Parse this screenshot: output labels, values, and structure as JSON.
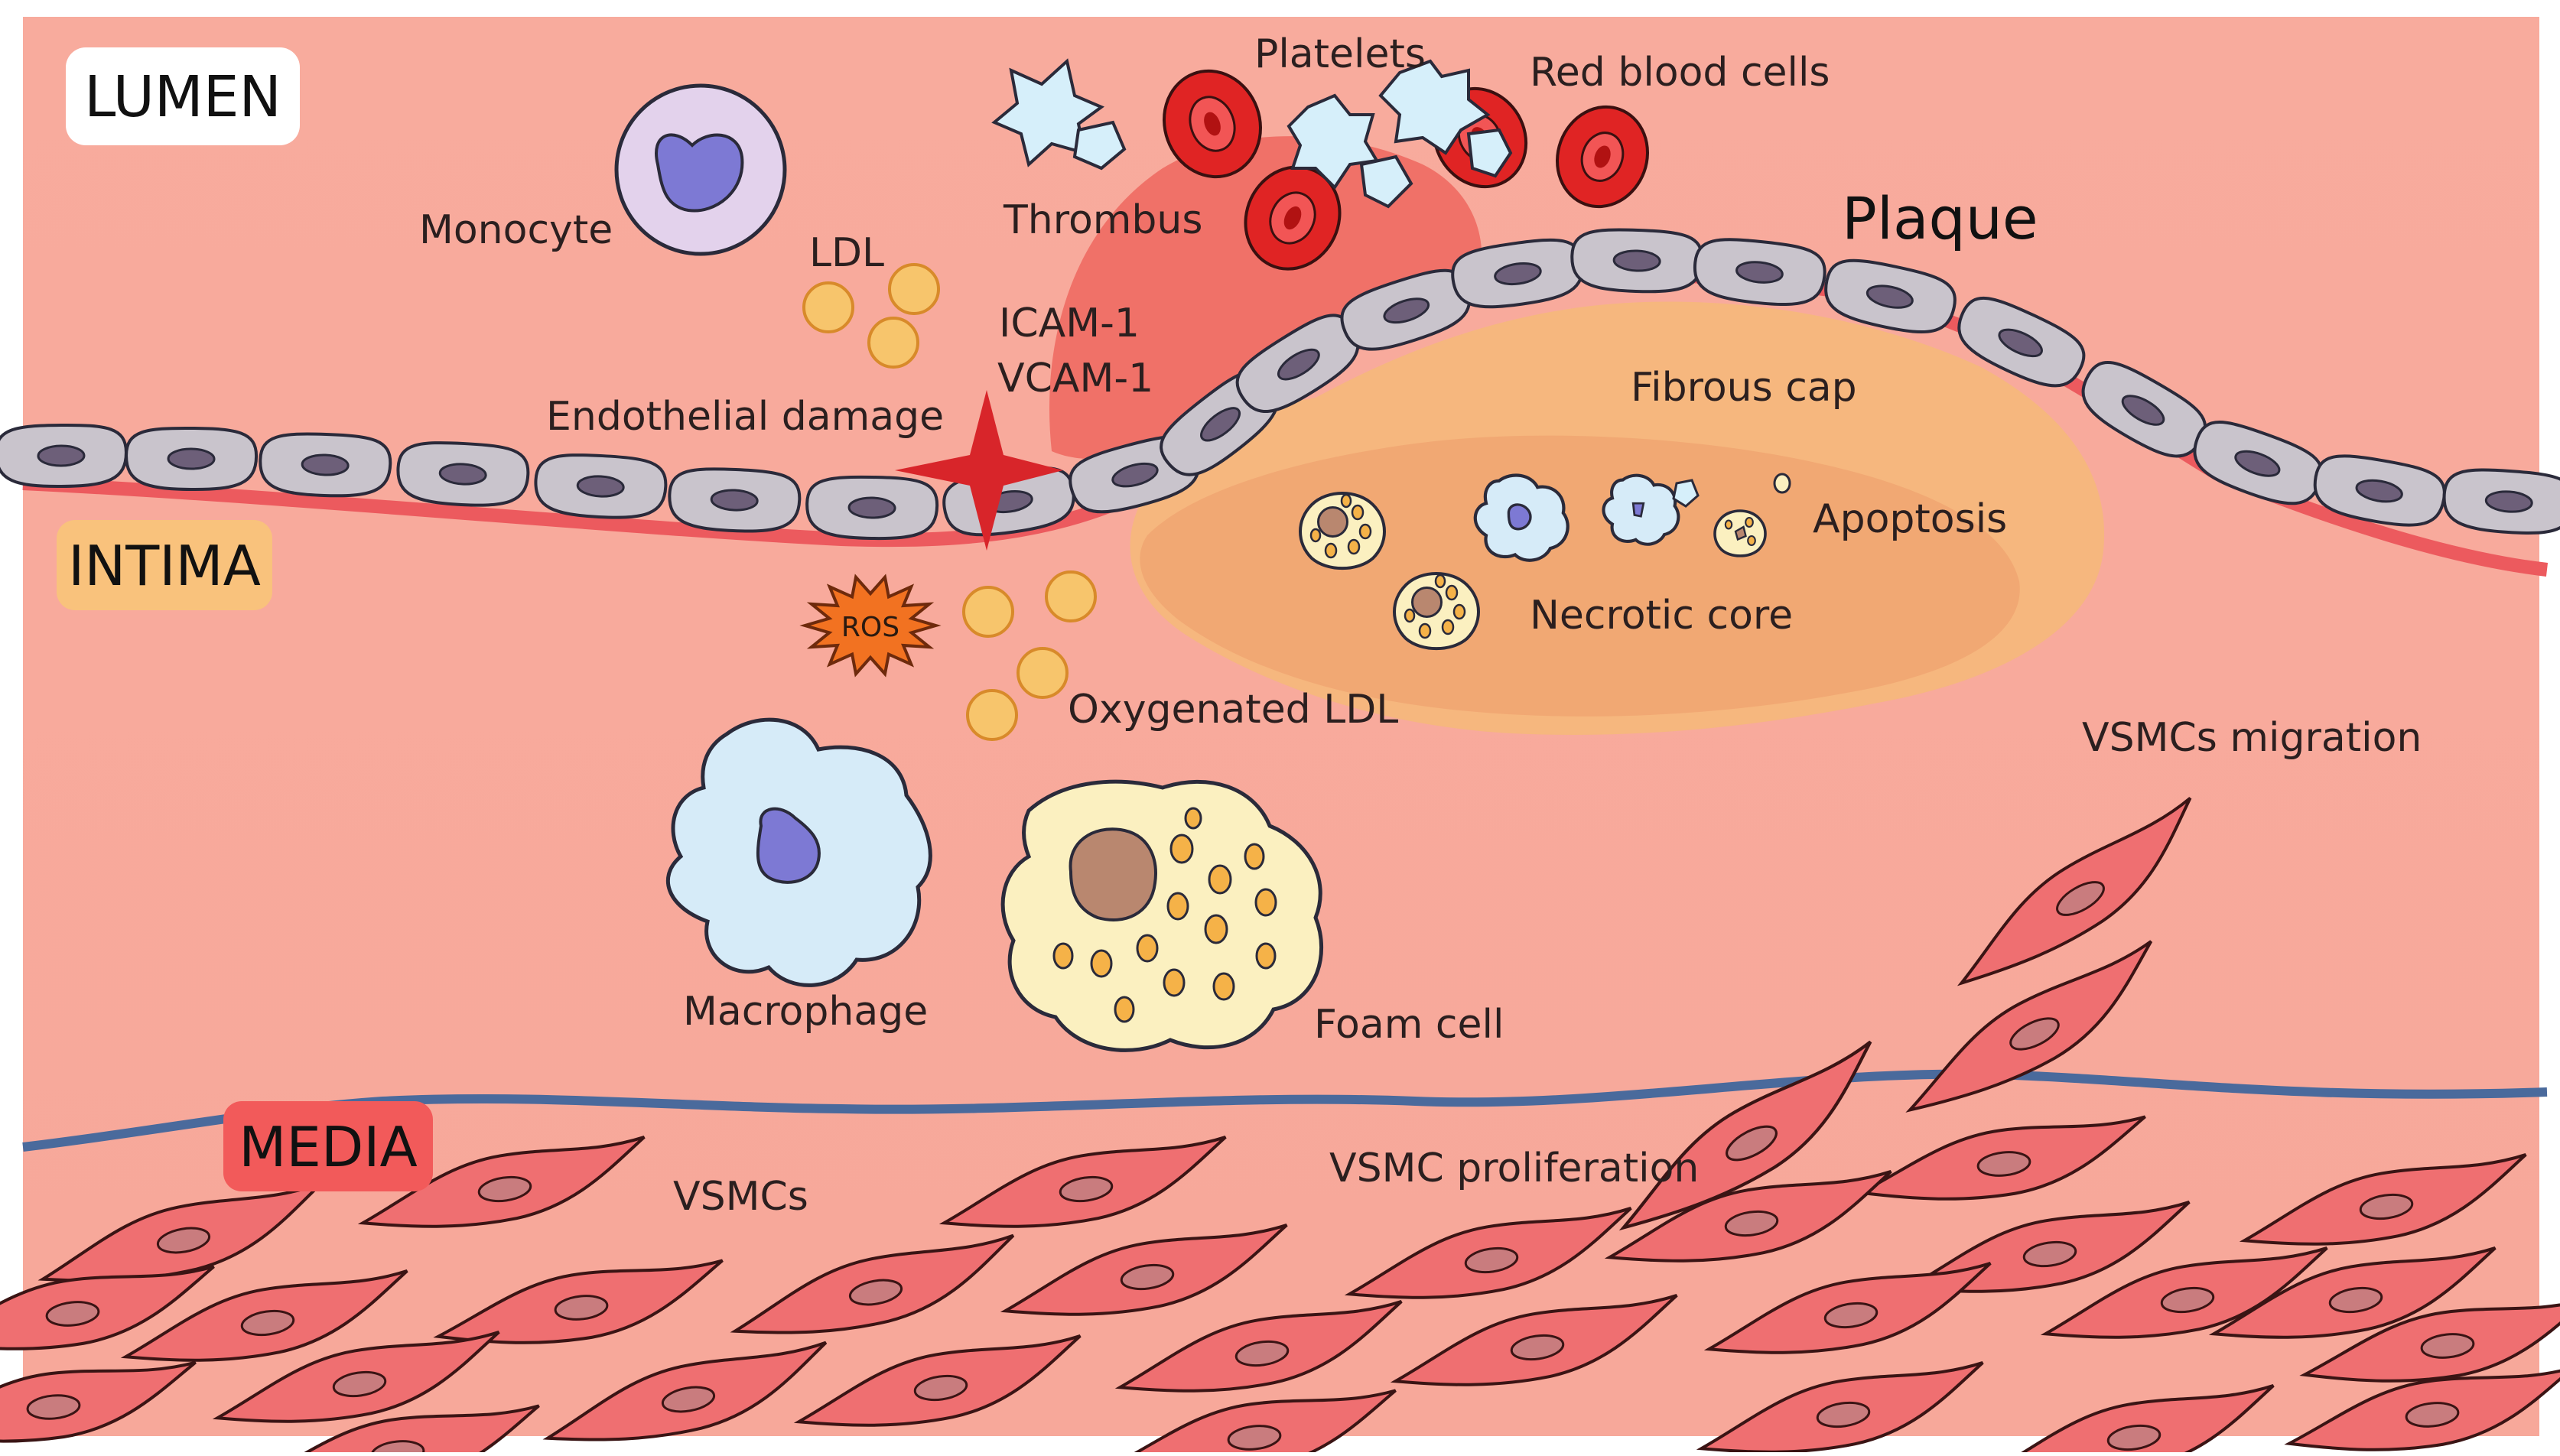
{
  "layers": {
    "lumen": "LUMEN",
    "intima": "INTIMA",
    "media": "MEDIA"
  },
  "labels": {
    "monocyte": "Monocyte",
    "ldl": "LDL",
    "platelets": "Platelets",
    "red_blood_cells": "Red blood cells",
    "thrombus": "Thrombus",
    "plaque": "Plaque",
    "icam1": "ICAM-1",
    "vcam1": "VCAM-1",
    "endothelial_damage": "Endothelial damage",
    "fibrous_cap": "Fibrous cap",
    "apoptosis": "Apoptosis",
    "necrotic_core": "Necrotic core",
    "ros": "ROS",
    "oxygenated_ldl": "Oxygenated LDL",
    "vsmcs_migration": "VSMCs migration",
    "macrophage": "Macrophage",
    "foam_cell": "Foam cell",
    "vsmc_proliferation": "VSMC proliferation",
    "vsmcs": "VSMCs"
  },
  "colors": {
    "background": "#f8ada0",
    "endothelium": "#c9c4cc",
    "nucleus": "#6d5f79",
    "plaque": "#f4b07a",
    "thrombus": "#f07168",
    "rbc": "#e02424",
    "platelet": "#d6effa",
    "ldl": "#f7c56c",
    "vsmc": "#ef6f71",
    "elastic_lamina": "#4a6a9c",
    "lumen_badge": "#ffffff",
    "intima_badge": "#f9c27c",
    "media_badge": "#f25a5a"
  }
}
